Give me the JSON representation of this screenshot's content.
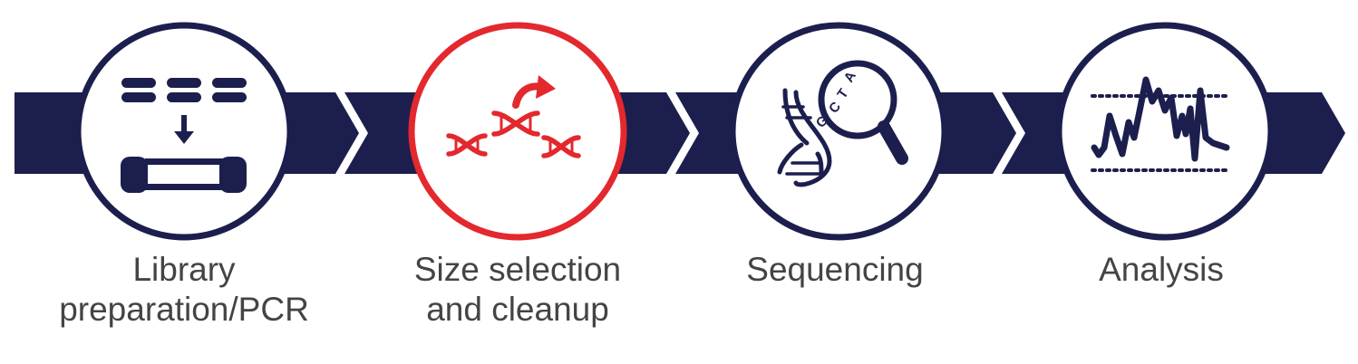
{
  "colors": {
    "navy": "#1c1f4d",
    "highlight": "#e3282e",
    "label": "#444447",
    "background": "#ffffff"
  },
  "steps": [
    {
      "label": "Library\npreparation/PCR",
      "icon": "library-preparation-icon",
      "highlighted": false
    },
    {
      "label": "Size selection\nand cleanup",
      "icon": "dna-size-selection-icon",
      "highlighted": true
    },
    {
      "label": "Sequencing",
      "icon": "dna-magnifier-icon",
      "highlighted": false,
      "icon_letters": [
        "A",
        "T",
        "C",
        "G"
      ]
    },
    {
      "label": "Analysis",
      "icon": "signal-trace-icon",
      "highlighted": false
    }
  ]
}
